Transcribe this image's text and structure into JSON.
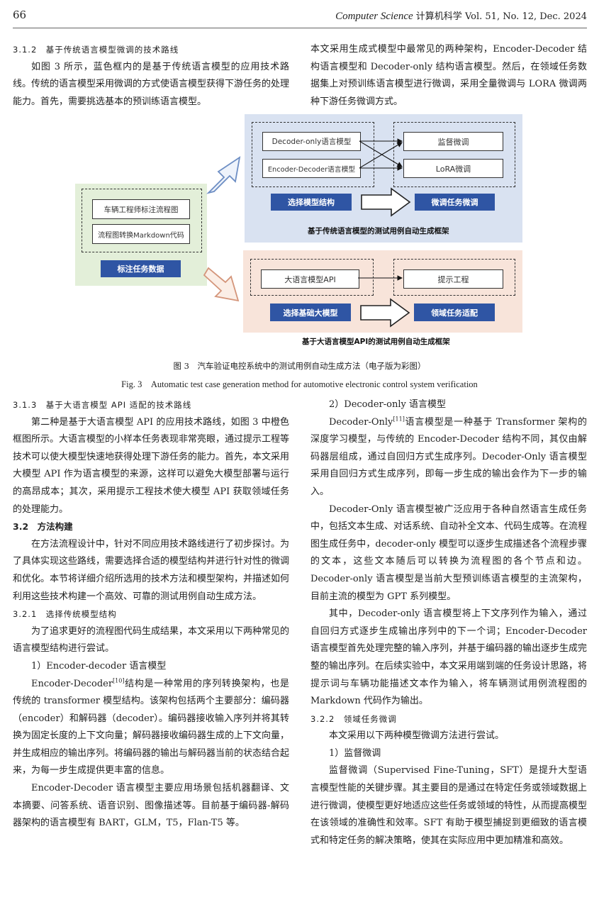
{
  "header": {
    "page_number": "66",
    "journal_en": "Computer Science",
    "journal_cn": "计算机科学",
    "volume": "Vol. 51, No. 12, Dec. 2024"
  },
  "top_left": {
    "heading": "3.1.2　基于传统语言模型微调的技术路线",
    "paragraph": "如图 3 所示，蓝色框内的是基于传统语言模型的应用技术路线。传统的语言模型采用微调的方式使语言模型获得下游任务的处理能力。首先，需要挑选基本的预训练语言模型。"
  },
  "top_right": {
    "paragraph": "本文采用生成式模型中最常见的两种架构，Encoder-Decoder 结构语言模型和 Decoder-only 结构语言模型。然后，在领域任务数据集上对预训练语言模型进行微调，采用全量微调与 LORA 微调两种下游任务微调方式。"
  },
  "figure": {
    "left_panel": {
      "item1": "车辆工程师标注流程图",
      "item2": "流程图转换Markdown代码",
      "button": "标注任务数据"
    },
    "blue_panel": {
      "model1": "Decoder-only语言模型",
      "model2": "Encoder-Decoder语言模型",
      "tune1": "监督微调",
      "tune2": "LoRA微调",
      "step1": "选择模型结构",
      "step2": "微调任务微调",
      "caption": "基于传统语言模型的测试用例自动生成框架"
    },
    "orange_panel": {
      "model": "大语言模型API",
      "method": "提示工程",
      "step1": "选择基础大模型",
      "step2": "领域任务适配",
      "caption": "基于大语言模型API的测试用例自动生成框架"
    },
    "caption_cn": "图 3　汽车验证电控系统中的测试用例自动生成方法（电子版为彩图）",
    "caption_en": "Fig. 3　Automatic test case generation method for automotive electronic control system verification"
  },
  "left_column": {
    "h313": "3.1.3　基于大语言模型 API 适配的技术路线",
    "p1": "第二种是基于大语言模型 API 的应用技术路线，如图 3 中橙色框图所示。大语言模型的小样本任务表现非常亮眼，通过提示工程等技术可以使大模型快速地获得处理下游任务的能力。首先，本文采用大模型 API 作为语言模型的来源，这样可以避免大模型部署与运行的高昂成本；其次，采用提示工程技术使大模型 API 获取领域任务的处理能力。",
    "h32": "3.2　方法构建",
    "p2": "在方法流程设计中，针对不同应用技术路线进行了初步探讨。为了具体实现这些路线，需要选择合适的模型结构并进行针对性的微调和优化。本节将详细介绍所选用的技术方法和模型架构，并描述如何利用这些技术构建一个高效、可靠的测试用例自动生成方法。",
    "h321": "3.2.1　选择传统模型结构",
    "p3": "为了追求更好的流程图代码生成结果，本文采用以下两种常见的语言模型结构进行尝试。",
    "item1": "1）Encoder-decoder 语言模型",
    "p4a": "Encoder-Decoder",
    "p4ref": "[10]",
    "p4b": "结构是一种常用的序列转换架构，也是传统的 transformer 模型结构。该架构包括两个主要部分：编码器（encoder）和解码器（decoder）。编码器接收输入序列并将其转换为固定长度的上下文向量；解码器接收编码器生成的上下文向量，并生成相应的输出序列。将编码器的输出与解码器当前的状态结合起来，为每一步生成提供更丰富的信息。",
    "p5": "Encoder-Decoder 语言模型主要应用场景包括机器翻译、文本摘要、问答系统、语音识别、图像描述等。目前基于编码器-解码器架构的语言模型有 BART，GLM，T5，Flan-T5 等。"
  },
  "right_column": {
    "item2": "2）Decoder-only 语言模型",
    "p1a": "Decoder-Only",
    "p1ref": "[11]",
    "p1b": "语言模型是一种基于 Transformer 架构的深度学习模型，与传统的 Encoder-Decoder 结构不同，其仅由解码器层组成，通过自回归方式生成序列。Decoder-Only 语言模型采用自回归方式生成序列，即每一步生成的输出会作为下一步的输入。",
    "p2": "Decoder-Only 语言模型被广泛应用于各种自然语言生成任务中，包括文本生成、对话系统、自动补全文本、代码生成等。在流程图生成任务中，decoder-only 模型可以逐步生成描述各个流程步骤的文本，这些文本随后可以转换为流程图的各个节点和边。Decoder-only 语言模型是当前大型预训练语言模型的主流架构，目前主流的模型为 GPT 系列模型。",
    "p3": "其中，Decoder-only 语言模型将上下文序列作为输入，通过自回归方式逐步生成输出序列中的下一个词；Encoder-Decoder 语言模型首先处理完整的输入序列，并基于编码器的输出逐步生成完整的输出序列。在后续实验中，本文采用端到端的任务设计思路，将提示词与车辆功能描述文本作为输入，将车辆测试用例流程图的 Markdown 代码作为输出。",
    "h322": "3.2.2　领域任务微调",
    "p4": "本文采用以下两种模型微调方法进行尝试。",
    "item3": "1）监督微调",
    "p5": "监督微调（Supervised Fine-Tuning，SFT）是提升大型语言模型性能的关键步骤。其主要目的是通过在特定任务或领域数据上进行微调，使模型更好地适应这些任务或领域的特性，从而提高模型在该领域的准确性和效率。SFT 有助于模型捕捉到更细致的语言模式和特定任务的解决策略，使其在实际应用中更加精准和高效。"
  }
}
